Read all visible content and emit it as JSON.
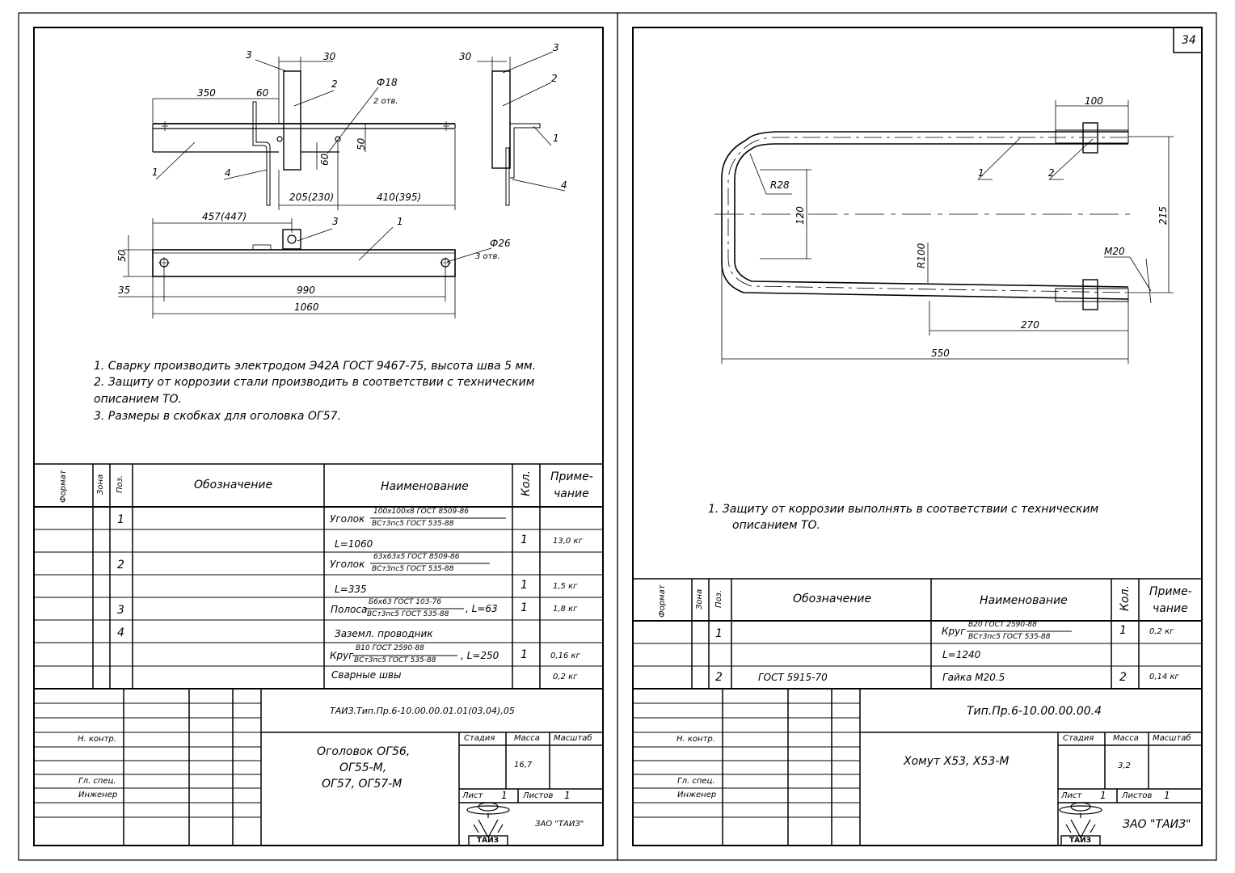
{
  "page_number": "34",
  "left": {
    "drawing": {
      "front_callouts": [
        "3",
        "30",
        "2",
        "Ф18",
        "2 отв.",
        "350",
        "60",
        "1",
        "4",
        "1",
        "60",
        "50",
        "205(230)",
        "410(395)",
        "4"
      ],
      "side_callouts": [
        "30",
        "3",
        "2",
        "1",
        "4"
      ],
      "plan_callouts": [
        "457(447)",
        "3",
        "1",
        "50",
        "Ф26",
        "3 отв.",
        "35",
        "990",
        "1060"
      ]
    },
    "notes": [
      "1. Сварку производить электродом Э42А ГОСТ 9467-75, высота шва 5 мм.",
      "2. Защиту от коррозии стали производить в соответствии с техническим",
      "описанием ТО.",
      "3. Размеры в скобках для оголовка ОГ57."
    ],
    "spec_header": {
      "format": "Формат",
      "zone": "Зона",
      "pos": "Поз.",
      "designation": "Обозначение",
      "name": "Наименование",
      "qty": "Кол.",
      "note_top": "Приме-",
      "note_bottom": "чание"
    },
    "spec_rows": {
      "r1_pos": "1",
      "r1_name": "Уголок",
      "r1_num": "100x100x8 ГОСТ 8509-86",
      "r1_den": "ВСт3пс5 ГОСТ 535-88",
      "r2_name": "L=1060",
      "r2_qty": "1",
      "r2_note": "13,0 кг",
      "r3_pos": "2",
      "r3_name": "Уголок",
      "r3_num": "63x63x5 ГОСТ 8509-86",
      "r3_den": "ВСт3пс5 ГОСТ 535-88",
      "r4_name": "L=335",
      "r4_qty": "1",
      "r4_note": "1,5 кг",
      "r5_pos": "3",
      "r5_name": "Полоса",
      "r5_num": "Б6x63 ГОСТ 103-76",
      "r5_den": "ВСт3пс5 ГОСТ 535-88",
      "r5_suffix": ", L=63",
      "r5_qty": "1",
      "r5_note": "1,8 кг",
      "r6_pos": "4",
      "r6_name": "Заземл. проводник",
      "r7_name": "Круг",
      "r7_num": "В10 ГОСТ 2590-88",
      "r7_den": "ВСт3пс5 ГОСТ 535-88",
      "r7_suffix": ", L=250",
      "r7_qty": "1",
      "r7_note": "0,16 кг",
      "r8_name": "Сварные швы",
      "r8_note": "0,2 кг"
    },
    "title_block": {
      "code": "ТАИЗ.Тип.Пр.6-10.00.00.01.01(03,04),05",
      "title_l1": "Оголовок ОГ56,",
      "title_l2": "ОГ55-М,",
      "title_l3": "ОГ57, ОГ57-М",
      "n_kontr": "Н. контр.",
      "gl_spec": "Гл. спец.",
      "engineer": "Инженер",
      "stage": "Стадия",
      "mass": "Масса",
      "scale": "Масштаб",
      "mass_value": "16,7",
      "sheet": "Лист",
      "sheet_value": "1",
      "sheets": "Листов",
      "sheets_value": "1",
      "company": "ЗАО \"ТАИЗ\"",
      "logo_text": "ТАИЗ"
    }
  },
  "right": {
    "drawing": {
      "callouts": [
        "100",
        "1",
        "2",
        "R28",
        "120",
        "215",
        "R100",
        "M20",
        "270",
        "550"
      ]
    },
    "notes": [
      "1. Защиту от коррозии выполнять в соответствии с техническим",
      "описанием ТО."
    ],
    "spec_header": {
      "format": "Формат",
      "zone": "Зона",
      "pos": "Поз.",
      "designation": "Обозначение",
      "name": "Наименование",
      "qty": "Кол.",
      "note_top": "Приме-",
      "note_bottom": "чание"
    },
    "spec_rows": {
      "r1_pos": "1",
      "r1_name": "Круг",
      "r1_num": "В20 ГОСТ 2590-88",
      "r1_den": "ВСт3пс5 ГОСТ 535-88",
      "r1_qty": "1",
      "r1_note": "0,2 кг",
      "r2_name": "L=1240",
      "r3_pos": "2",
      "r3_designation": "ГОСТ 5915-70",
      "r3_name": "Гайка М20.5",
      "r3_qty": "2",
      "r3_note": "0,14 кг"
    },
    "title_block": {
      "code": "Тип.Пр.6-10.00.00.00.4",
      "title": "Хомут Х53, Х53-М",
      "n_kontr": "Н. контр.",
      "gl_spec": "Гл. спец.",
      "engineer": "Инженер",
      "stage": "Стадия",
      "mass": "Масса",
      "scale": "Масштаб",
      "mass_value": "3,2",
      "sheet": "Лист",
      "sheet_value": "1",
      "sheets": "Листов",
      "sheets_value": "1",
      "company": "ЗАО \"ТАИЗ\"",
      "logo_text": "ТАИЗ"
    }
  }
}
